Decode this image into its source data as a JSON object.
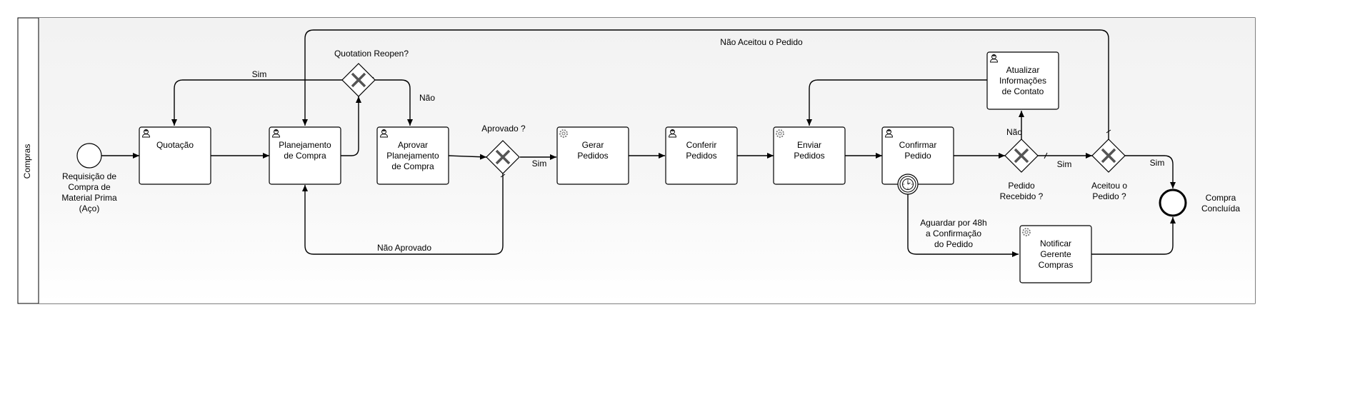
{
  "pool": {
    "lane_label": "Compras"
  },
  "events": {
    "start": "Requisição de\nCompra de\nMaterial Prima\n(Aço)",
    "end": "Compra\nConcluída"
  },
  "tasks": {
    "quotacao": "Quotação",
    "planejamento": "Planejamento\nde Compra",
    "aprovar": "Aprovar\nPlanejamento\nde Compra",
    "gerar": "Gerar\nPedidos",
    "conferir": "Conferir\nPedidos",
    "enviar": "Enviar\nPedidos",
    "confirmar": "Confirmar\nPedido",
    "atualizar": "Atualizar\nInformações\nde Contato",
    "notificar": "Notificar\nGerente\nCompras"
  },
  "gateways": {
    "quotation_reopen": "Quotation Reopen?",
    "aprovado": "Aprovado ?",
    "pedido_recebido": "Pedido\nRecebido ?",
    "aceitou": "Aceitou o\nPedido ?"
  },
  "flows": {
    "sim_reopen": "Sim",
    "nao_reopen": "Não",
    "sim_aprovado": "Sim",
    "nao_aprovado": "Não Aprovado",
    "nao_recebido": "Não",
    "sim_recebido": "Sim",
    "sim_aceitou": "Sim",
    "nao_aceitou": "Não Aceitou o Pedido",
    "timer": "Aguardar por 48h\na Confirmação\ndo Pedido"
  },
  "icons": {
    "user_task": "user-icon",
    "service_task": "gear-icon",
    "timer": "clock-icon",
    "gateway": "x-icon"
  }
}
